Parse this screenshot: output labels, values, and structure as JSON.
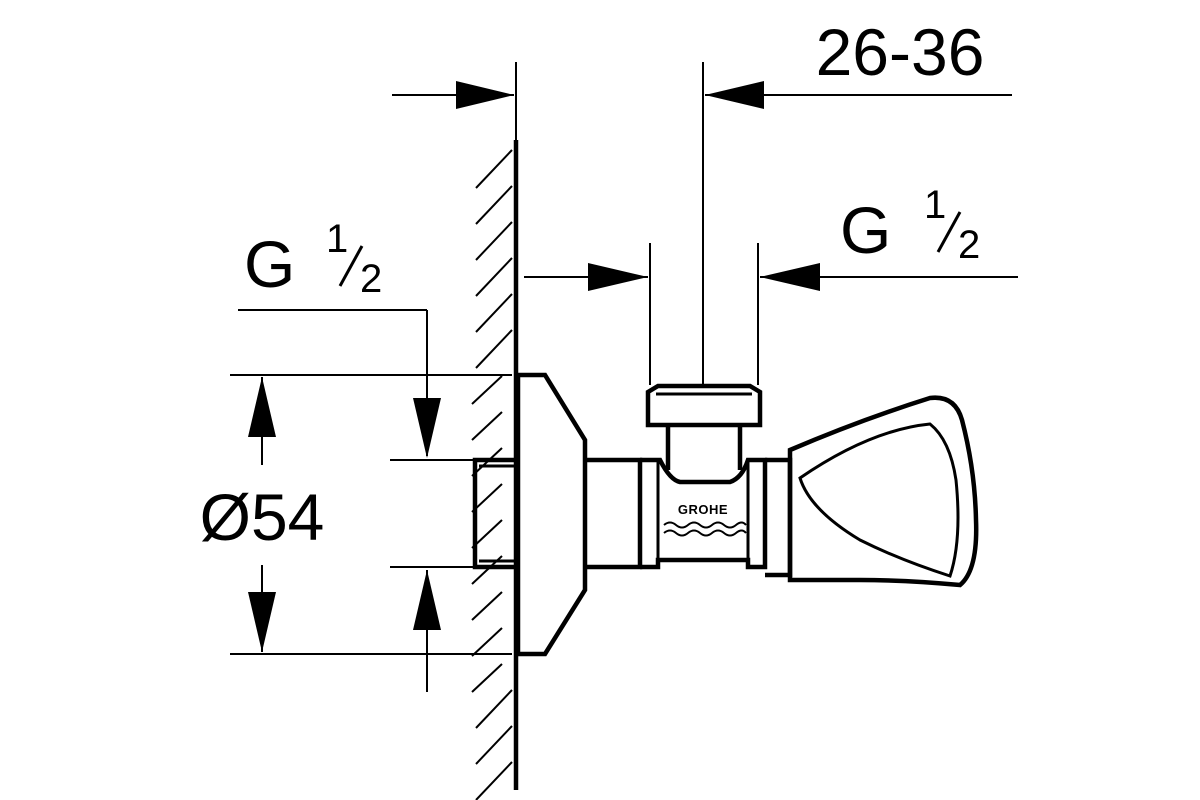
{
  "diagram": {
    "labels": {
      "top_dimension": "26-36",
      "thread_left_letter": "G",
      "thread_left_num": "1",
      "thread_left_den": "2",
      "thread_right_letter": "G",
      "thread_right_num": "1",
      "thread_right_den": "2",
      "diameter": "Ø54"
    },
    "logo_text": "GROHE",
    "colors": {
      "line": "#000000",
      "background": "#ffffff"
    }
  }
}
